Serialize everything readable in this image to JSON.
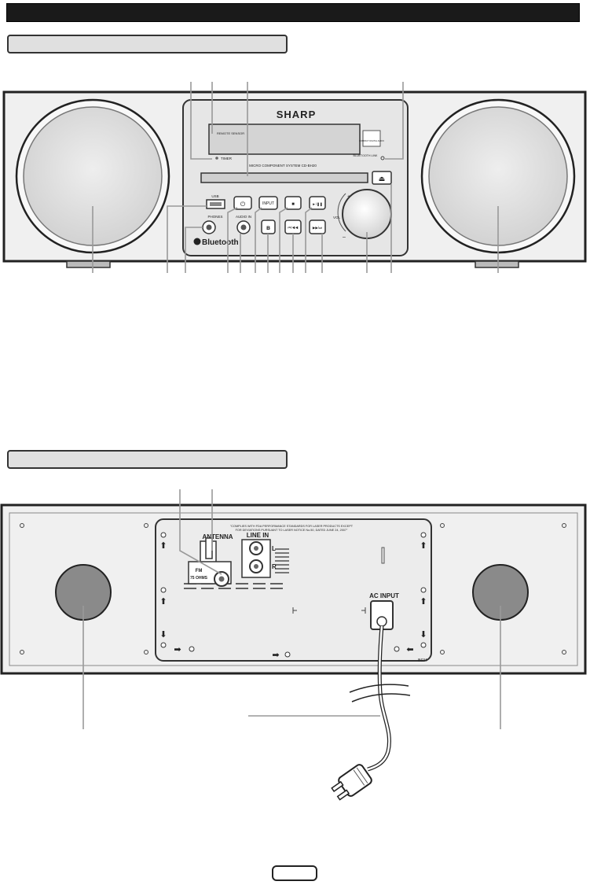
{
  "unit": {
    "brand": "SHARP",
    "model_label": "MICRO COMPONENT SYSTEM CD-BH20",
    "bluetooth_label": "Bluetooth",
    "remote_sensor_label": "REMOTE SENSOR",
    "timer_label": "TIMER",
    "bluetooth_link_label": "BLUETOOTH LINK",
    "usb_label": "USB",
    "phones_label": "PHONES",
    "audio_in_label": "AUDIO IN",
    "input_label": "INPUT",
    "vol_label": "VOL",
    "vol_plus": "+",
    "vol_minus": "–",
    "cd_logo_label": "COMPACT DIGITAL AUDIO",
    "eject_symbol": "⏏",
    "power_symbol": "⏻",
    "stop_symbol": "■",
    "play_pause_symbol": "►/❚❚",
    "prev_symbol": "⏮/◀◀",
    "next_symbol": "▶▶/⏭",
    "bt_symbol": "ʙ"
  },
  "rear": {
    "notice_line1": "\"COMPLIES WITH FDA PERFORMANCE STANDARDS FOR LASER PRODUCTS EXCEPT",
    "notice_line2": "FOR DEVIATIONS PURSUANT TO LASER NOTICE No.50, DATED JUNE 24, 2007\"",
    "antenna_label": "ANTENNA",
    "fm_label": "FM",
    "ohm_label": "75 OHMS",
    "line_in_label": "LINE IN",
    "line_l": "L",
    "line_r": "R",
    "ac_input_label": "AC INPUT",
    "code_label": "B634"
  },
  "colors": {
    "header": "#1a1a1a",
    "pill": "#e0e0e0",
    "cabinet": "#f0f0f0",
    "panel": "#e6e6e6",
    "speaker_front": "#dcdcdc",
    "speaker_rear": "#8a8a8a",
    "leader": "#999999"
  }
}
